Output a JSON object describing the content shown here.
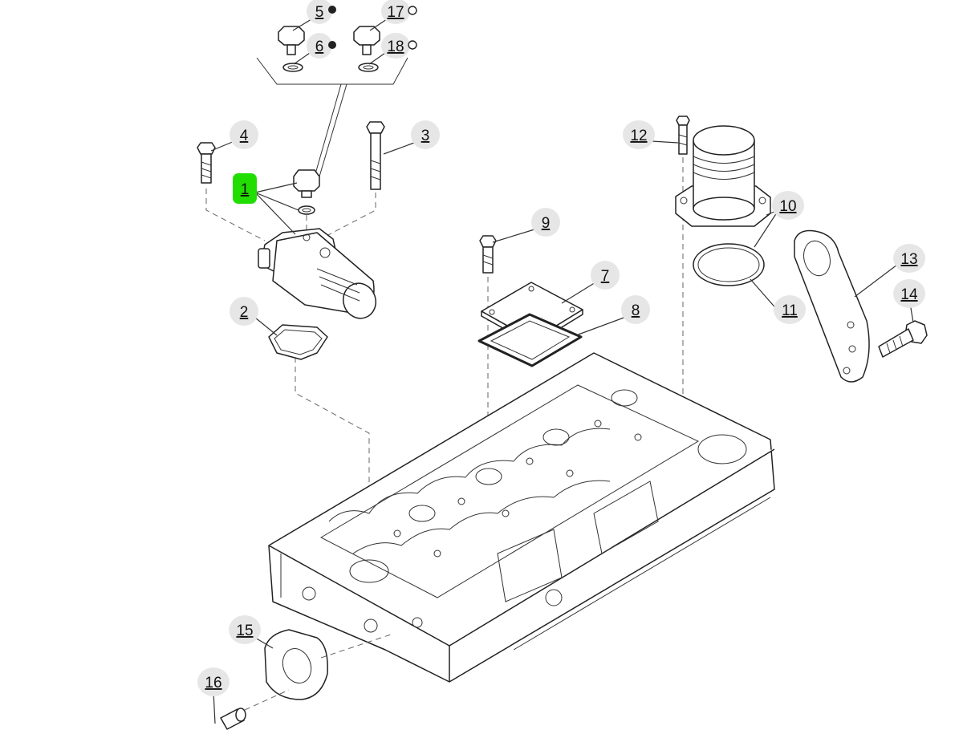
{
  "diagram": {
    "callouts": [
      {
        "id": "1",
        "label": "1",
        "highlighted": true
      },
      {
        "id": "2",
        "label": "2"
      },
      {
        "id": "3",
        "label": "3"
      },
      {
        "id": "4",
        "label": "4"
      },
      {
        "id": "5",
        "label": "5",
        "marker": "filled-circle"
      },
      {
        "id": "6",
        "label": "6",
        "marker": "filled-circle"
      },
      {
        "id": "7",
        "label": "7"
      },
      {
        "id": "8",
        "label": "8"
      },
      {
        "id": "9",
        "label": "9"
      },
      {
        "id": "10",
        "label": "10"
      },
      {
        "id": "11",
        "label": "11"
      },
      {
        "id": "12",
        "label": "12"
      },
      {
        "id": "13",
        "label": "13"
      },
      {
        "id": "14",
        "label": "14"
      },
      {
        "id": "15",
        "label": "15"
      },
      {
        "id": "16",
        "label": "16"
      },
      {
        "id": "17",
        "label": "17",
        "marker": "open-circle"
      },
      {
        "id": "18",
        "label": "18",
        "marker": "open-circle"
      }
    ],
    "colors": {
      "highlight": "#22dd00",
      "line": "#222222",
      "callout_bg": "#e6e6e6"
    }
  }
}
